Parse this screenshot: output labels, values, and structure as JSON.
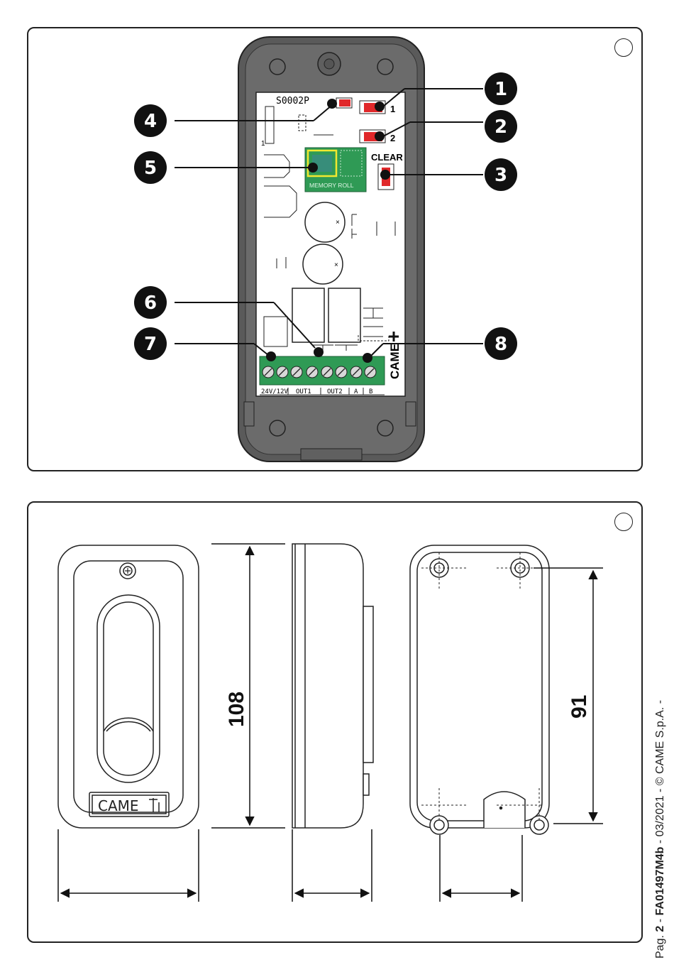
{
  "board": {
    "model_code": "S0002P",
    "pin_one": "1",
    "button_1_label": "1",
    "button_2_label": "2",
    "clear_label": "CLEAR",
    "memory_label": "MEMORY ROLL",
    "brand_vertical": "CAME",
    "terminals": [
      "24V/12V",
      "OUT1",
      "OUT2",
      "A",
      "B"
    ]
  },
  "callouts": [
    "1",
    "2",
    "3",
    "4",
    "5",
    "6",
    "7",
    "8"
  ],
  "dimensions": {
    "height_label": "108",
    "hole_spacing_label": "91"
  },
  "front_view": {
    "brand_badge": "CAME"
  },
  "footer": {
    "prefix": "Pag.",
    "page": "2",
    "sep1": "-",
    "doc_code": "FA01497M4b",
    "sep2": "-",
    "date": "03/2021",
    "sep3": "-",
    "copyright": "© CAME S.p.A.",
    "sep4": "-"
  },
  "colors": {
    "led_red": "#e0282a",
    "board_green": "#2f9a55",
    "chip_yellow": "#f2e830",
    "housing_grey": "#555555"
  }
}
